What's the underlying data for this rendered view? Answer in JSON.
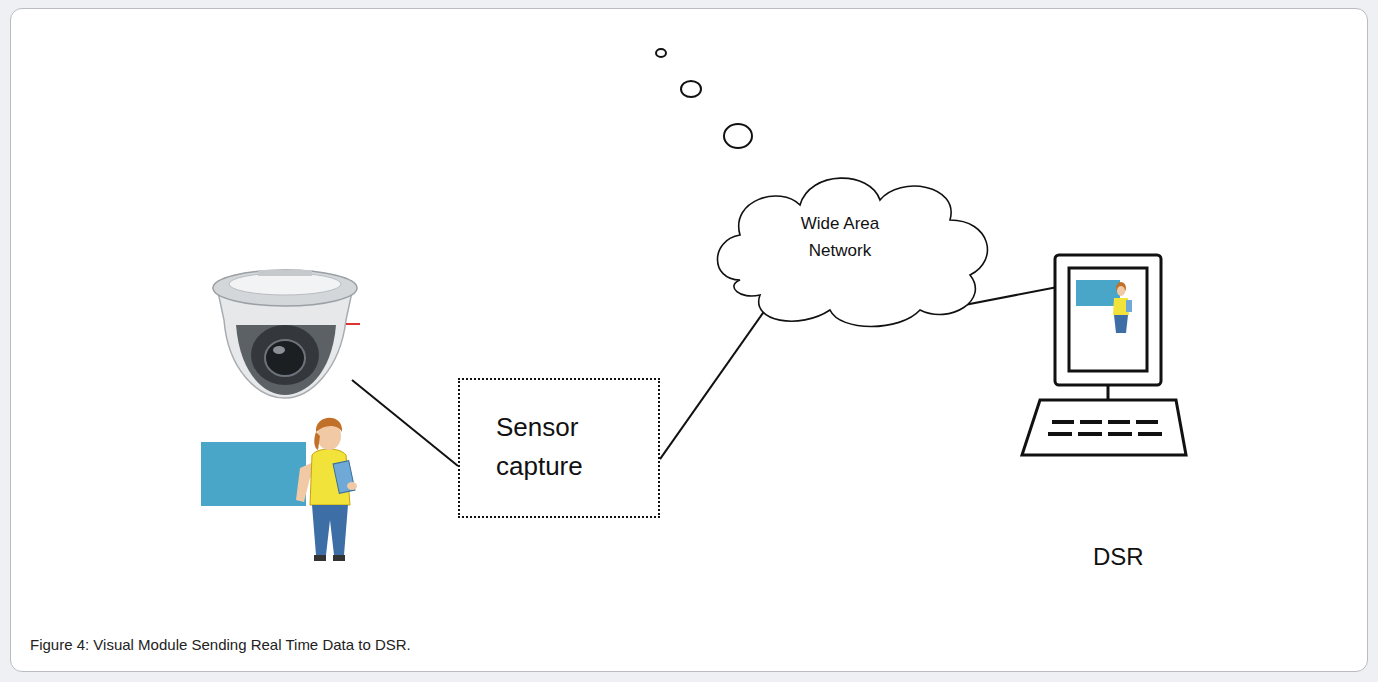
{
  "diagram": {
    "caption": "Figure 4: Visual Module Sending Real Time Data to DSR.",
    "nodes": [
      {
        "text": [
          "Sensor capture"
        ]
      },
      {
        "text": [
          "Wide Area Network"
        ]
      },
      {
        "text": [
          "DSR"
        ]
      }
    ],
    "edges": [
      {
        "from": 0,
        "to": 1,
        "arrow": "none"
      },
      {
        "from": 1,
        "to": 2,
        "arrow": "none"
      }
    ]
  }
}
